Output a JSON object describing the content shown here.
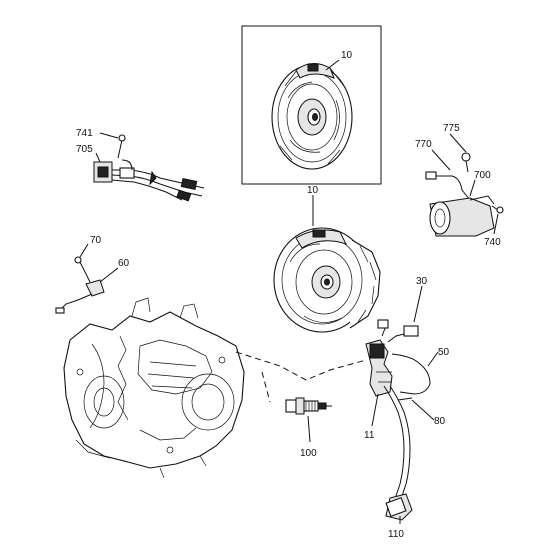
{
  "callouts": {
    "c10_top": "10",
    "c10_mid": "10",
    "c741": "741",
    "c705": "705",
    "c775": "775",
    "c770": "770",
    "c700": "700",
    "c740": "740",
    "c70": "70",
    "c60": "60",
    "c30": "30",
    "c50": "50",
    "c80": "80",
    "c11": "11",
    "c100": "100",
    "c110": "110"
  }
}
